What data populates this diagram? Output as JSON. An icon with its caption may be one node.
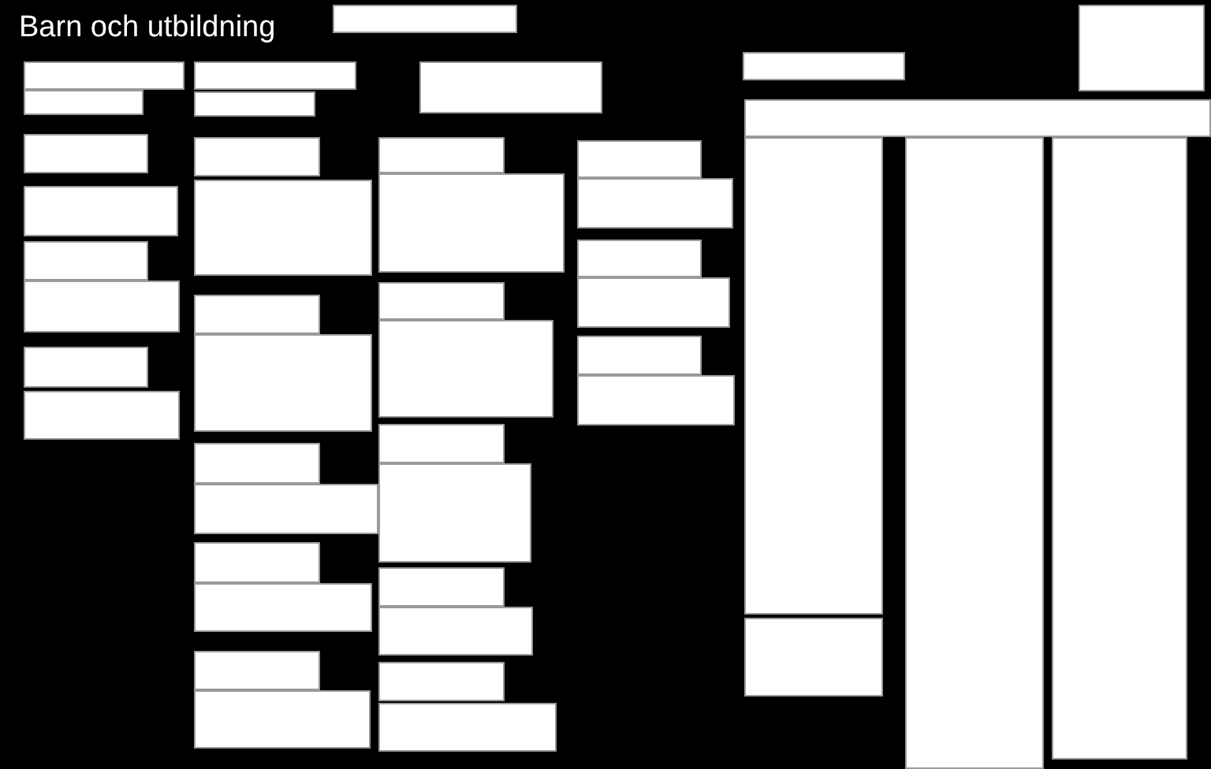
{
  "diagram": {
    "title": "Barn och utbildning",
    "nodes": [
      {
        "text": [],
        "shape": "box"
      },
      {
        "text": [],
        "shape": "box"
      },
      {
        "text": [],
        "shape": "box"
      },
      {
        "text": [],
        "shape": "box"
      },
      {
        "text": [],
        "shape": "box"
      },
      {
        "text": [],
        "shape": "box"
      },
      {
        "text": [],
        "shape": "box"
      },
      {
        "text": [],
        "shape": "box"
      },
      {
        "text": [],
        "shape": "box"
      },
      {
        "text": [],
        "shape": "box"
      },
      {
        "text": [],
        "shape": "box"
      },
      {
        "text": [],
        "shape": "box"
      },
      {
        "text": [],
        "shape": "box"
      },
      {
        "text": [],
        "shape": "box"
      },
      {
        "text": [],
        "shape": "box"
      },
      {
        "text": [],
        "shape": "box"
      },
      {
        "text": [],
        "shape": "box"
      },
      {
        "text": [],
        "shape": "box"
      },
      {
        "text": [],
        "shape": "box"
      },
      {
        "text": [],
        "shape": "box"
      },
      {
        "text": [],
        "shape": "box"
      },
      {
        "text": [],
        "shape": "box"
      },
      {
        "text": [],
        "shape": "box"
      },
      {
        "text": [],
        "shape": "box"
      },
      {
        "text": [],
        "shape": "box"
      },
      {
        "text": [],
        "shape": "box"
      },
      {
        "text": [],
        "shape": "box"
      },
      {
        "text": [],
        "shape": "box"
      },
      {
        "text": [],
        "shape": "box"
      },
      {
        "text": [],
        "shape": "box"
      },
      {
        "text": [],
        "shape": "box"
      },
      {
        "text": [],
        "shape": "box"
      },
      {
        "text": [],
        "shape": "box"
      },
      {
        "text": [],
        "shape": "box"
      },
      {
        "text": [],
        "shape": "box"
      },
      {
        "text": [],
        "shape": "box"
      },
      {
        "text": [],
        "shape": "box"
      },
      {
        "text": [],
        "shape": "box"
      },
      {
        "text": [],
        "shape": "box"
      },
      {
        "text": [],
        "shape": "box"
      },
      {
        "text": [],
        "shape": "box"
      },
      {
        "text": [],
        "shape": "box"
      },
      {
        "text": [],
        "shape": "box"
      },
      {
        "text": [],
        "shape": "box"
      },
      {
        "text": [],
        "shape": "box"
      }
    ]
  }
}
